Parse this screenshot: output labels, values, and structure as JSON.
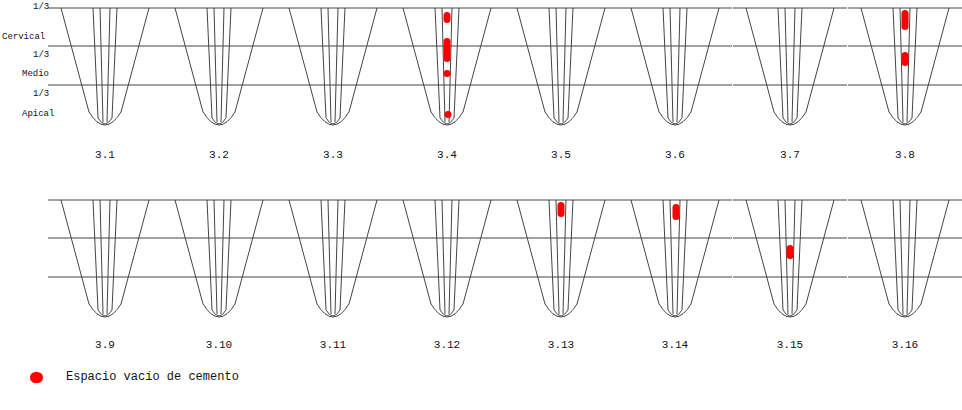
{
  "diagram": {
    "labels": [
      "1/3",
      "Cervical",
      "1/3",
      "Medio",
      "1/3",
      "Apical",
      "3.1",
      "3.2",
      "3.3",
      "3.4",
      "3.5",
      "3.6",
      "3.7",
      "3.8",
      "3.9",
      "3.10",
      "3.11",
      "3.12",
      "3.13",
      "3.14",
      "3.15",
      "3.16"
    ],
    "legend": [
      {
        "text": "Espacio vacío de cemento",
        "color": "#ff0000"
      }
    ]
  }
}
